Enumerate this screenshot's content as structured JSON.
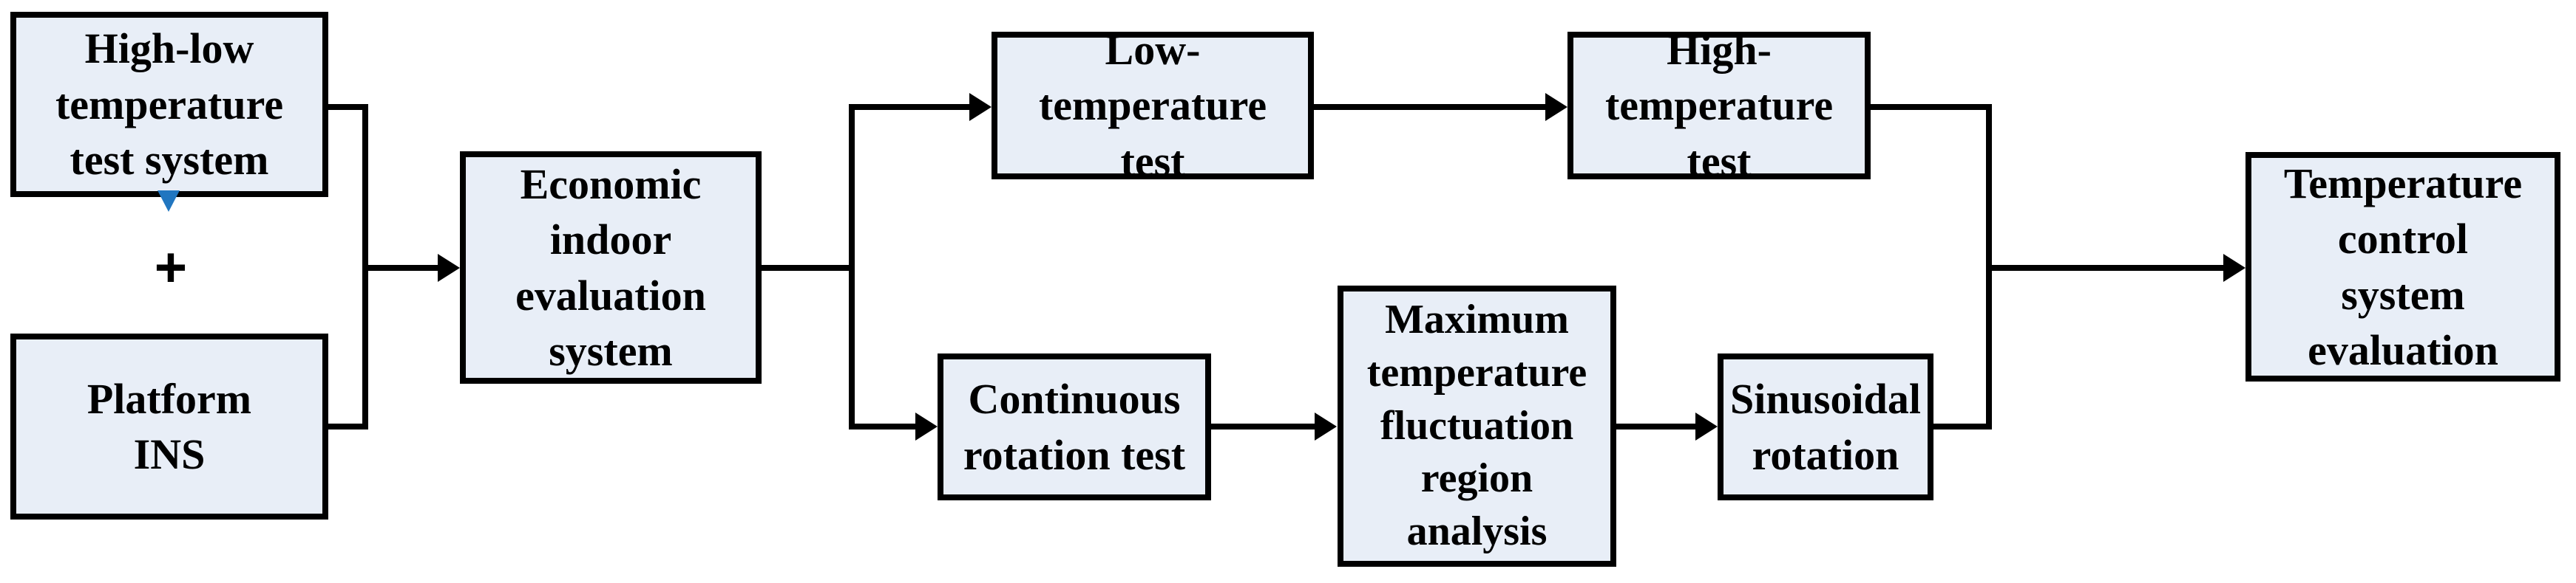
{
  "diagram": {
    "plus_label": "+",
    "colors": {
      "box_fill": "#e8eef7",
      "box_border": "#000000",
      "connector": "#000000",
      "blue_arrow": "#2176c0",
      "text": "#000000",
      "background": "#ffffff"
    },
    "boxes": [
      {
        "id": "high-low-temperature-test-system",
        "label": "High-low\ntemperature\ntest system"
      },
      {
        "id": "platform-ins",
        "label": "Platform\nINS"
      },
      {
        "id": "economic-indoor-evaluation-system",
        "label": "Economic\nindoor\nevaluation\nsystem"
      },
      {
        "id": "low-temperature-test",
        "label": "Low-temperature\ntest"
      },
      {
        "id": "high-temperature-test",
        "label": "High-temperature\ntest"
      },
      {
        "id": "continuous-rotation-test",
        "label": "Continuous\nrotation test"
      },
      {
        "id": "maximum-temperature-fluctuation-region-analysis",
        "label": "Maximum\ntemperature\nfluctuation\nregion\nanalysis"
      },
      {
        "id": "sinusoidal-rotation",
        "label": "Sinusoidal\nrotation"
      },
      {
        "id": "temperature-control-system-evaluation",
        "label": "Temperature\ncontrol\nsystem\nevaluation"
      }
    ]
  }
}
